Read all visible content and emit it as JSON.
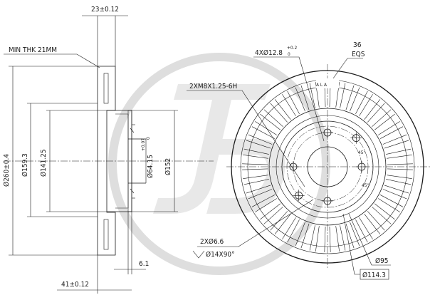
{
  "labels": {
    "width_dim": "23±0.12",
    "min_thk": "MIN THK 21MM",
    "dia_outer": "Ø260±0.4",
    "dia_159": "Ø159.3",
    "dia_141": "Ø141.25",
    "dia_64": "Ø64.15",
    "dia_64_tol": "+0.07",
    "dia_64_tol2": "0",
    "dia_152": "Ø152",
    "dim_6_1": "6.1",
    "dim_41": "41±0.12",
    "holes_4x": "4XØ12.8",
    "holes_4x_tol": "+0.2",
    "holes_4x_tol2": "0",
    "thread": "2XM8X1.25-6H",
    "eqs_num": "36",
    "eqs": "EQS",
    "holes_2x": "2XØ6.6",
    "csk": "Ø14X90°",
    "angle1": "45°",
    "angle2": "45°",
    "dia_95": "Ø95",
    "dia_114": "Ø114.3"
  },
  "colors": {
    "line": "#1a1a1a",
    "watermark": "#dedede"
  }
}
